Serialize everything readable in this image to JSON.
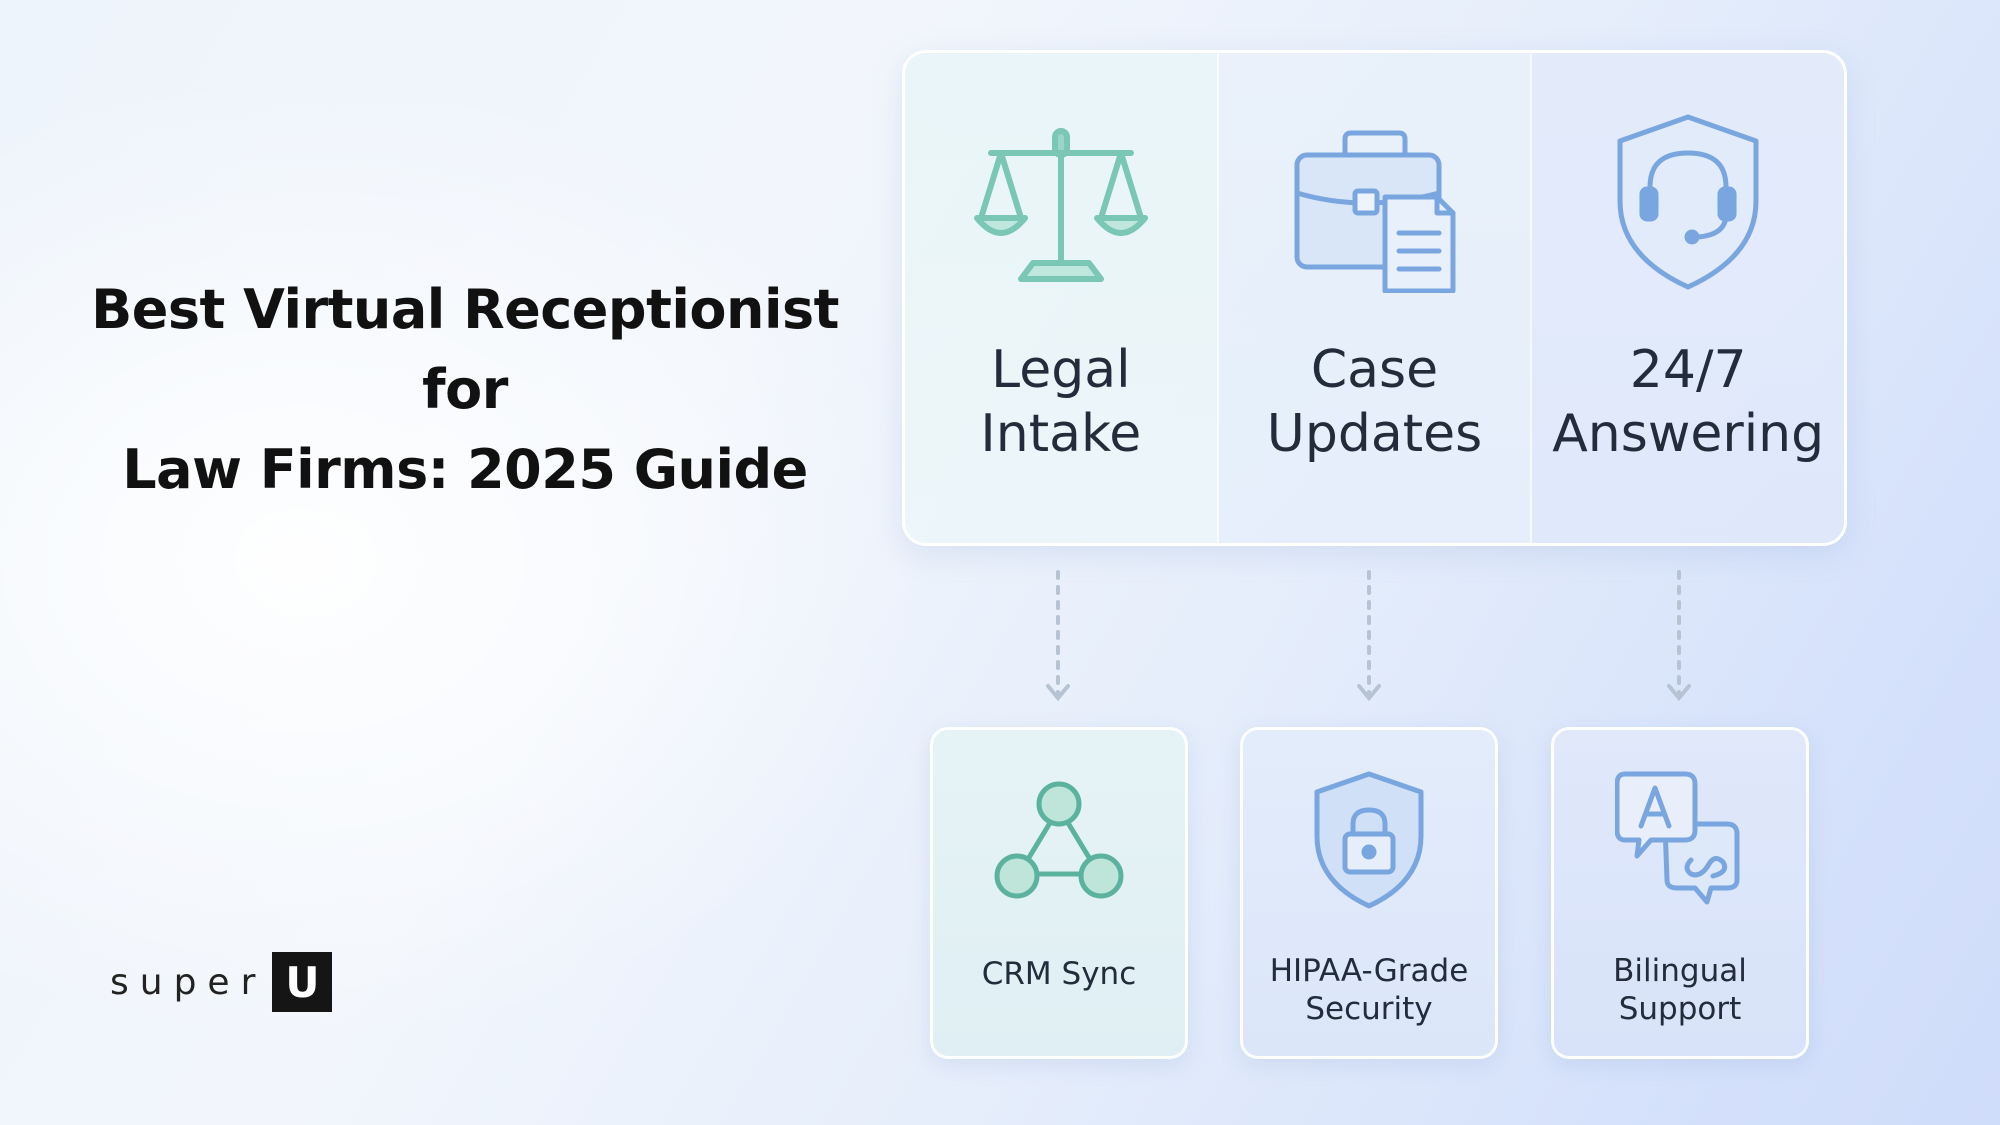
{
  "title": {
    "line1": "Best Virtual Receptionist for",
    "line2": "Law Firms: 2025 Guide"
  },
  "logo": {
    "text": "super",
    "mark": "U"
  },
  "features": [
    {
      "line1": "Legal",
      "line2": "Intake",
      "icon": "scales-icon"
    },
    {
      "line1": "Case",
      "line2": "Updates",
      "icon": "briefcase-document-icon"
    },
    {
      "line1": "24/7",
      "line2": "Answering",
      "icon": "shield-headset-icon"
    }
  ],
  "benefits": [
    {
      "line1": "CRM Sync",
      "line2": "",
      "icon": "network-icon"
    },
    {
      "line1": "HIPAA-Grade",
      "line2": "Security",
      "icon": "shield-lock-icon"
    },
    {
      "line1": "Bilingual",
      "line2": "Support",
      "icon": "translate-icon"
    }
  ],
  "colors": {
    "teal": "#6fc3b2",
    "blue": "#7aa6e0",
    "text": "#232c3a",
    "title": "#111111"
  }
}
